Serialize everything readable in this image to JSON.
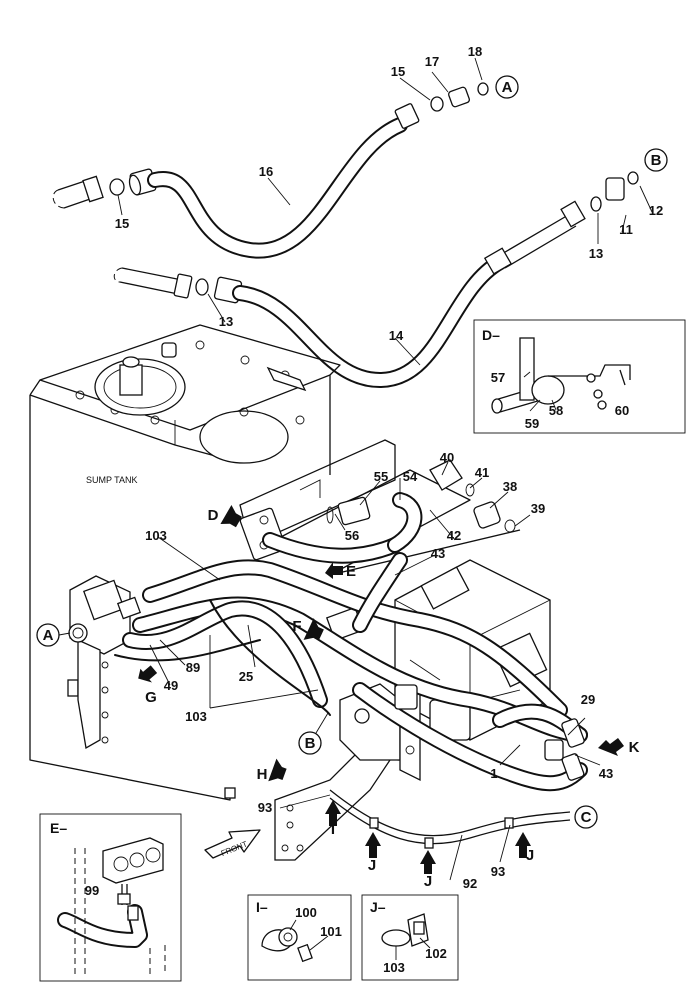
{
  "tank_label": "SUMP TANK",
  "front_label": "FRONT",
  "part_numbers": {
    "p1": "1",
    "p11": "11",
    "p12": "12",
    "p13a": "13",
    "p13b": "13",
    "p14": "14",
    "p15a": "15",
    "p15b": "15",
    "p16": "16",
    "p17": "17",
    "p18": "18",
    "p25": "25",
    "p29": "29",
    "p38": "38",
    "p39": "39",
    "p40": "40",
    "p41": "41",
    "p42": "42",
    "p43a": "43",
    "p43b": "43",
    "p49": "49",
    "p54": "54",
    "p55": "55",
    "p56": "56",
    "p89": "89",
    "p92": "92",
    "p93a": "93",
    "p93b": "93",
    "p103a": "103",
    "p103b": "103"
  },
  "connectors": {
    "a_top": "A",
    "a_left": "A",
    "b_top": "B",
    "b_mid": "B",
    "c_right": "C"
  },
  "view_arrows": {
    "d": "D",
    "e": "E",
    "f": "F",
    "g": "G",
    "h": "H",
    "i": "I",
    "j1": "J",
    "j2": "J",
    "j3": "J",
    "k": "K"
  },
  "detail_d": {
    "title": "D–",
    "labels": [
      "57",
      "58",
      "59",
      "60"
    ]
  },
  "detail_e": {
    "title": "E–",
    "labels": [
      "99"
    ]
  },
  "detail_i": {
    "title": "I–",
    "labels": [
      "100",
      "101"
    ]
  },
  "detail_j": {
    "title": "J–",
    "labels": [
      "102",
      "103"
    ]
  }
}
